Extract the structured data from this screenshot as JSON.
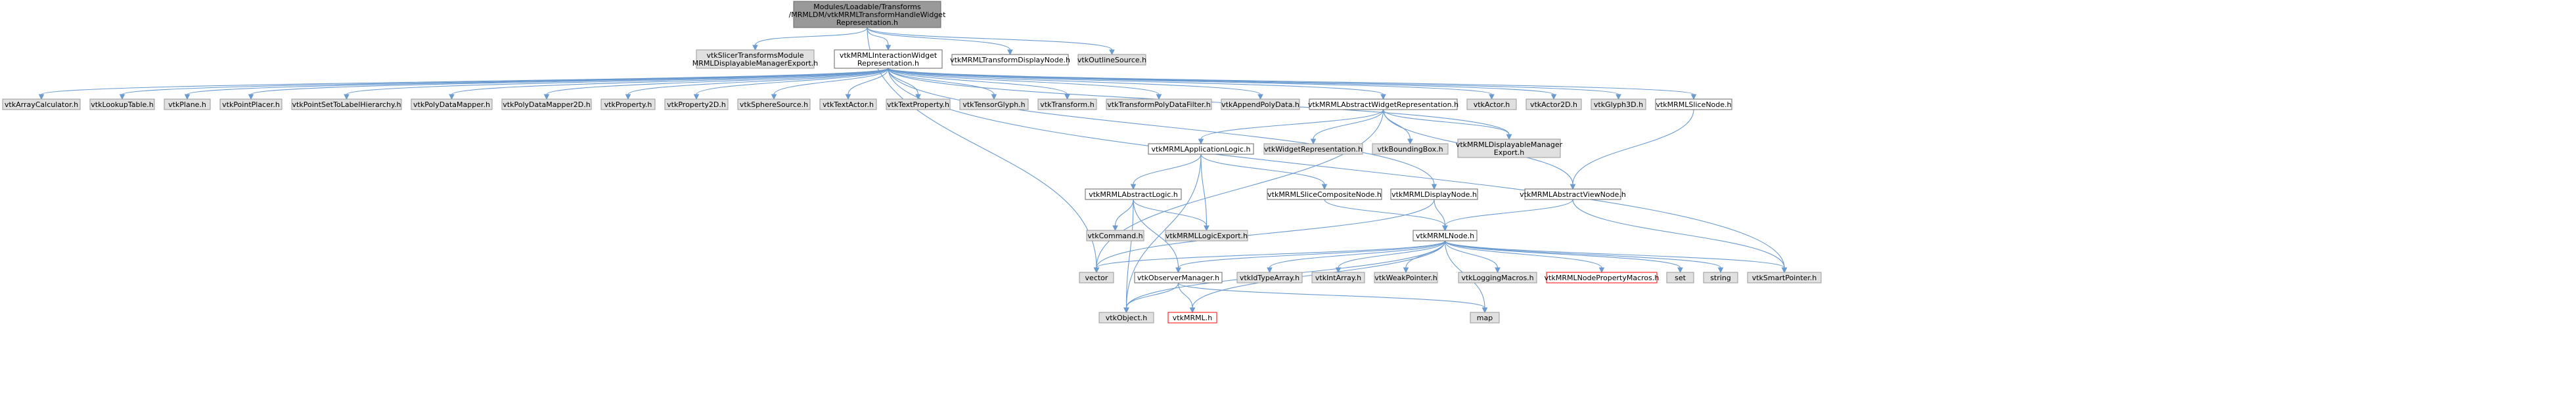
{
  "colors": {
    "root_fill": "#999999",
    "root_stroke": "#666666",
    "doc_fill": "#ffffff",
    "doc_stroke": "#666666",
    "nodoc_fill": "#e0e0e0",
    "nodoc_stroke": "#999999",
    "missing_stroke": "#ff0000",
    "edge": "#6b9bd0",
    "text": "#000000"
  },
  "nodes": [
    {
      "id": "root",
      "kind": "root",
      "lines": [
        "Modules/Loadable/Transforms",
        "/MRMLDM/vtkMRMLTransformHandleWidget",
        "Representation.h"
      ]
    },
    {
      "id": "slicerExport",
      "kind": "nodoc",
      "lines": [
        "vtkSlicerTransformsModule",
        "MRMLDisplayableManagerExport.h"
      ]
    },
    {
      "id": "interWidgetRep",
      "kind": "doc",
      "lines": [
        "vtkMRMLInteractionWidget",
        "Representation.h"
      ]
    },
    {
      "id": "transformDisplayNode",
      "kind": "doc",
      "lines": [
        "vtkMRMLTransformDisplayNode.h"
      ]
    },
    {
      "id": "outlineSource",
      "kind": "nodoc",
      "lines": [
        "vtkOutlineSource.h"
      ]
    },
    {
      "id": "arrayCalc",
      "kind": "nodoc",
      "lines": [
        "vtkArrayCalculator.h"
      ]
    },
    {
      "id": "lookupTable",
      "kind": "nodoc",
      "lines": [
        "vtkLookupTable.h"
      ]
    },
    {
      "id": "plane",
      "kind": "nodoc",
      "lines": [
        "vtkPlane.h"
      ]
    },
    {
      "id": "pointPlacer",
      "kind": "nodoc",
      "lines": [
        "vtkPointPlacer.h"
      ]
    },
    {
      "id": "pointSetToLabel",
      "kind": "nodoc",
      "lines": [
        "vtkPointSetToLabelHierarchy.h"
      ]
    },
    {
      "id": "polyDataMapper",
      "kind": "nodoc",
      "lines": [
        "vtkPolyDataMapper.h"
      ]
    },
    {
      "id": "polyDataMapper2D",
      "kind": "nodoc",
      "lines": [
        "vtkPolyDataMapper2D.h"
      ]
    },
    {
      "id": "property",
      "kind": "nodoc",
      "lines": [
        "vtkProperty.h"
      ]
    },
    {
      "id": "property2D",
      "kind": "nodoc",
      "lines": [
        "vtkProperty2D.h"
      ]
    },
    {
      "id": "sphereSource",
      "kind": "nodoc",
      "lines": [
        "vtkSphereSource.h"
      ]
    },
    {
      "id": "textActor",
      "kind": "nodoc",
      "lines": [
        "vtkTextActor.h"
      ]
    },
    {
      "id": "textProperty",
      "kind": "nodoc",
      "lines": [
        "vtkTextProperty.h"
      ]
    },
    {
      "id": "tensorGlyph",
      "kind": "nodoc",
      "lines": [
        "vtkTensorGlyph.h"
      ]
    },
    {
      "id": "transform",
      "kind": "nodoc",
      "lines": [
        "vtkTransform.h"
      ]
    },
    {
      "id": "transformPolyDataFilter",
      "kind": "nodoc",
      "lines": [
        "vtkTransformPolyDataFilter.h"
      ]
    },
    {
      "id": "appendPolyData",
      "kind": "nodoc",
      "lines": [
        "vtkAppendPolyData.h"
      ]
    },
    {
      "id": "abstractWidgetRep",
      "kind": "doc",
      "lines": [
        "vtkMRMLAbstractWidgetRepresentation.h"
      ]
    },
    {
      "id": "actor",
      "kind": "nodoc",
      "lines": [
        "vtkActor.h"
      ]
    },
    {
      "id": "actor2D",
      "kind": "nodoc",
      "lines": [
        "vtkActor2D.h"
      ]
    },
    {
      "id": "glyph3D",
      "kind": "nodoc",
      "lines": [
        "vtkGlyph3D.h"
      ]
    },
    {
      "id": "sliceNode",
      "kind": "doc",
      "lines": [
        "vtkMRMLSliceNode.h"
      ]
    },
    {
      "id": "appLogic",
      "kind": "doc",
      "lines": [
        "vtkMRMLApplicationLogic.h"
      ]
    },
    {
      "id": "widgetRep",
      "kind": "nodoc",
      "lines": [
        "vtkWidgetRepresentation.h"
      ]
    },
    {
      "id": "boundingBox",
      "kind": "nodoc",
      "lines": [
        "vtkBoundingBox.h"
      ]
    },
    {
      "id": "dispManagerExport",
      "kind": "nodoc",
      "lines": [
        "vtkMRMLDisplayableManager",
        "Export.h"
      ]
    },
    {
      "id": "abstractLogic",
      "kind": "doc",
      "lines": [
        "vtkMRMLAbstractLogic.h"
      ]
    },
    {
      "id": "sliceComposite",
      "kind": "doc",
      "lines": [
        "vtkMRMLSliceCompositeNode.h"
      ]
    },
    {
      "id": "displayNode",
      "kind": "doc",
      "lines": [
        "vtkMRMLDisplayNode.h"
      ]
    },
    {
      "id": "abstractViewNode",
      "kind": "doc",
      "lines": [
        "vtkMRMLAbstractViewNode.h"
      ]
    },
    {
      "id": "command",
      "kind": "nodoc",
      "lines": [
        "vtkCommand.h"
      ]
    },
    {
      "id": "logicExport",
      "kind": "nodoc",
      "lines": [
        "vtkMRMLLogicExport.h"
      ]
    },
    {
      "id": "mrmlNode",
      "kind": "doc",
      "lines": [
        "vtkMRMLNode.h"
      ]
    },
    {
      "id": "vector",
      "kind": "nodoc",
      "lines": [
        "vector"
      ]
    },
    {
      "id": "observerManager",
      "kind": "doc",
      "lines": [
        "vtkObserverManager.h"
      ]
    },
    {
      "id": "idTypeArray",
      "kind": "nodoc",
      "lines": [
        "vtkIdTypeArray.h"
      ]
    },
    {
      "id": "intArray",
      "kind": "nodoc",
      "lines": [
        "vtkIntArray.h"
      ]
    },
    {
      "id": "weakPointer",
      "kind": "nodoc",
      "lines": [
        "vtkWeakPointer.h"
      ]
    },
    {
      "id": "loggingMacros",
      "kind": "nodoc",
      "lines": [
        "vtkLoggingMacros.h"
      ]
    },
    {
      "id": "nodePropMacros",
      "kind": "missing",
      "lines": [
        "vtkMRMLNodePropertyMacros.h"
      ]
    },
    {
      "id": "set",
      "kind": "nodoc",
      "lines": [
        "set"
      ]
    },
    {
      "id": "string",
      "kind": "nodoc",
      "lines": [
        "string"
      ]
    },
    {
      "id": "smartPointer",
      "kind": "nodoc",
      "lines": [
        "vtkSmartPointer.h"
      ]
    },
    {
      "id": "object",
      "kind": "nodoc",
      "lines": [
        "vtkObject.h"
      ]
    },
    {
      "id": "mrml",
      "kind": "missing",
      "lines": [
        "vtkMRML.h"
      ]
    },
    {
      "id": "map",
      "kind": "nodoc",
      "lines": [
        "map"
      ]
    }
  ],
  "edges": [
    [
      "root",
      "slicerExport"
    ],
    [
      "root",
      "interWidgetRep"
    ],
    [
      "root",
      "transformDisplayNode"
    ],
    [
      "root",
      "outlineSource"
    ],
    [
      "root",
      "vector"
    ],
    [
      "interWidgetRep",
      "arrayCalc"
    ],
    [
      "interWidgetRep",
      "lookupTable"
    ],
    [
      "interWidgetRep",
      "plane"
    ],
    [
      "interWidgetRep",
      "pointPlacer"
    ],
    [
      "interWidgetRep",
      "pointSetToLabel"
    ],
    [
      "interWidgetRep",
      "polyDataMapper"
    ],
    [
      "interWidgetRep",
      "polyDataMapper2D"
    ],
    [
      "interWidgetRep",
      "property"
    ],
    [
      "interWidgetRep",
      "property2D"
    ],
    [
      "interWidgetRep",
      "sphereSource"
    ],
    [
      "interWidgetRep",
      "textActor"
    ],
    [
      "interWidgetRep",
      "textProperty"
    ],
    [
      "interWidgetRep",
      "tensorGlyph"
    ],
    [
      "interWidgetRep",
      "transform"
    ],
    [
      "interWidgetRep",
      "transformPolyDataFilter"
    ],
    [
      "interWidgetRep",
      "appendPolyData"
    ],
    [
      "interWidgetRep",
      "abstractWidgetRep"
    ],
    [
      "interWidgetRep",
      "actor"
    ],
    [
      "interWidgetRep",
      "actor2D"
    ],
    [
      "interWidgetRep",
      "glyph3D"
    ],
    [
      "interWidgetRep",
      "sliceNode"
    ],
    [
      "interWidgetRep",
      "dispManagerExport"
    ],
    [
      "interWidgetRep",
      "displayNode"
    ],
    [
      "interWidgetRep",
      "smartPointer"
    ],
    [
      "abstractWidgetRep",
      "appLogic"
    ],
    [
      "abstractWidgetRep",
      "widgetRep"
    ],
    [
      "abstractWidgetRep",
      "boundingBox"
    ],
    [
      "abstractWidgetRep",
      "dispManagerExport"
    ],
    [
      "abstractWidgetRep",
      "abstractViewNode"
    ],
    [
      "abstractWidgetRep",
      "vector"
    ],
    [
      "appLogic",
      "abstractLogic"
    ],
    [
      "appLogic",
      "sliceComposite"
    ],
    [
      "appLogic",
      "logicExport"
    ],
    [
      "appLogic",
      "object"
    ],
    [
      "abstractLogic",
      "command"
    ],
    [
      "abstractLogic",
      "logicExport"
    ],
    [
      "abstractLogic",
      "observerManager"
    ],
    [
      "abstractLogic",
      "object"
    ],
    [
      "sliceComposite",
      "mrmlNode"
    ],
    [
      "sliceNode",
      "abstractViewNode"
    ],
    [
      "displayNode",
      "mrmlNode"
    ],
    [
      "displayNode",
      "vector"
    ],
    [
      "abstractViewNode",
      "mrmlNode"
    ],
    [
      "abstractViewNode",
      "smartPointer"
    ],
    [
      "mrmlNode",
      "vector"
    ],
    [
      "mrmlNode",
      "observerManager"
    ],
    [
      "mrmlNode",
      "idTypeArray"
    ],
    [
      "mrmlNode",
      "intArray"
    ],
    [
      "mrmlNode",
      "weakPointer"
    ],
    [
      "mrmlNode",
      "loggingMacros"
    ],
    [
      "mrmlNode",
      "nodePropMacros"
    ],
    [
      "mrmlNode",
      "set"
    ],
    [
      "mrmlNode",
      "string"
    ],
    [
      "mrmlNode",
      "smartPointer"
    ],
    [
      "mrmlNode",
      "object"
    ],
    [
      "mrmlNode",
      "mrml"
    ],
    [
      "mrmlNode",
      "map"
    ],
    [
      "observerManager",
      "object"
    ],
    [
      "observerManager",
      "mrml"
    ],
    [
      "observerManager",
      "map"
    ]
  ]
}
